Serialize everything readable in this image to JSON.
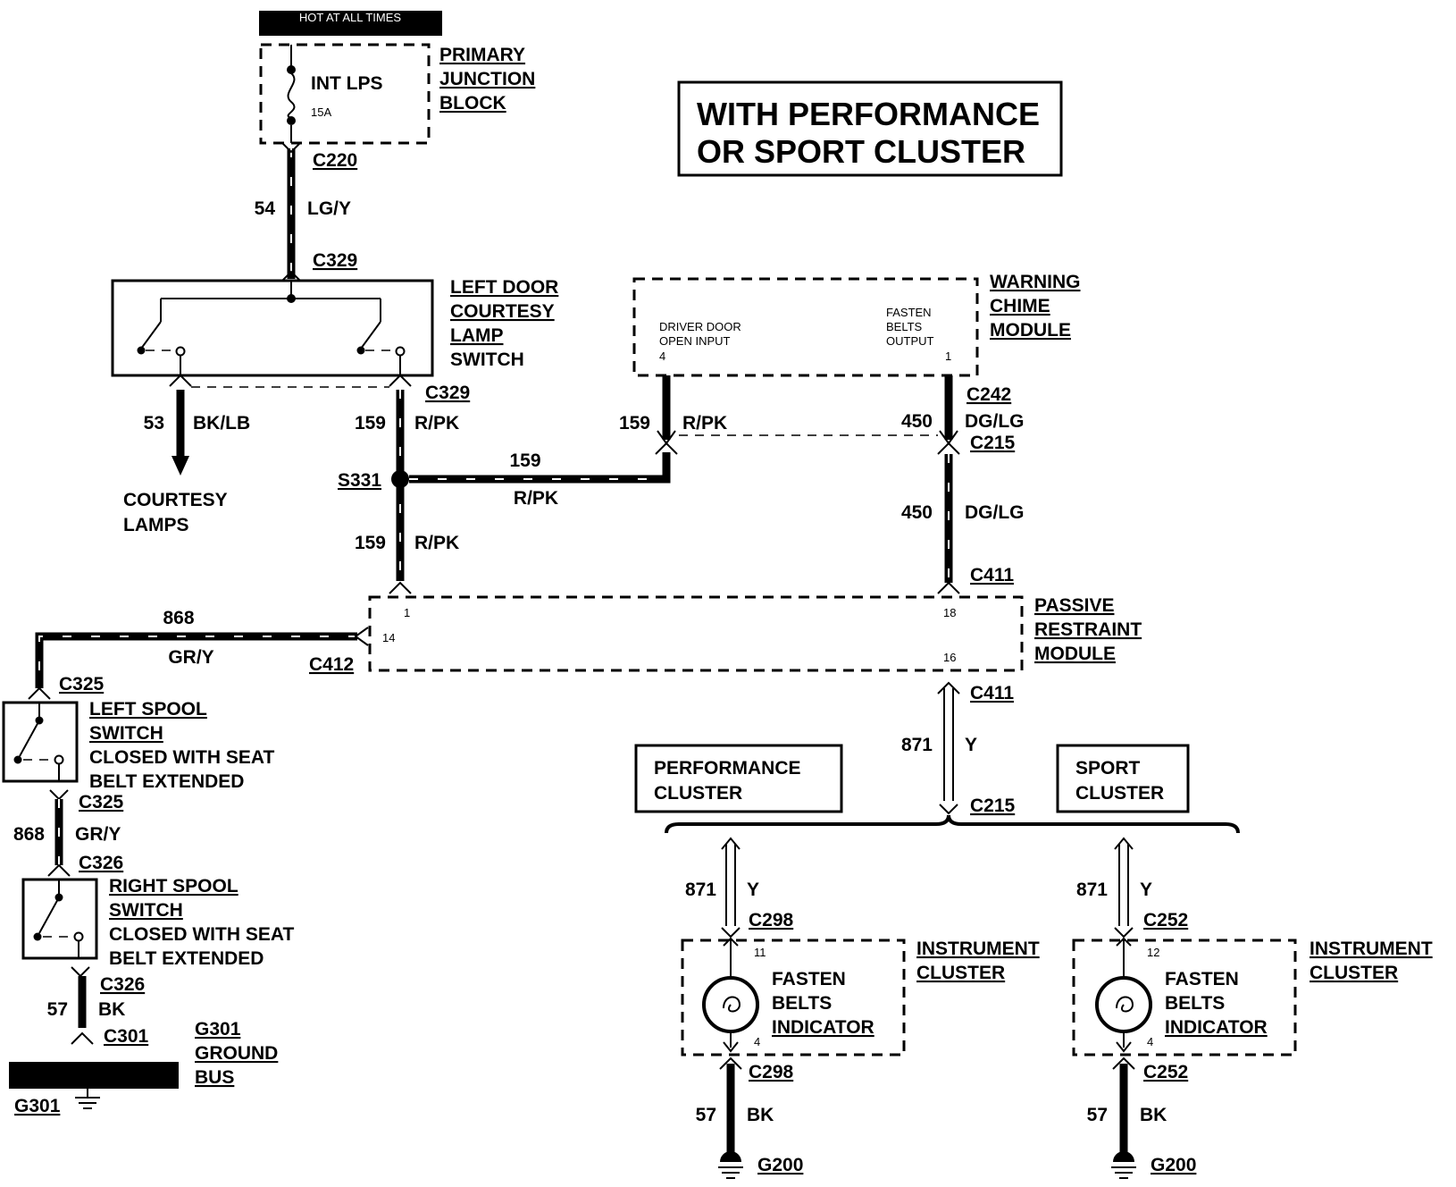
{
  "header_bar": "HOT AT ALL TIMES",
  "title": {
    "line1": "WITH PERFORMANCE",
    "line2": "OR SPORT CLUSTER"
  },
  "junction_block": {
    "fuse": "INT LPS",
    "rating": "15A",
    "name": [
      "PRIMARY",
      "JUNCTION",
      "BLOCK"
    ]
  },
  "courtesy_switch": {
    "name": [
      "LEFT DOOR",
      "COURTESY",
      "LAMP",
      "SWITCH"
    ]
  },
  "chime_module": {
    "name": [
      "WARNING",
      "CHIME",
      "MODULE"
    ],
    "pin_left": [
      "DRIVER DOOR",
      "OPEN INPUT",
      "4"
    ],
    "pin_right": [
      "FASTEN",
      "BELTS",
      "OUTPUT",
      "1"
    ]
  },
  "restraint_module": {
    "name": [
      "PASSIVE",
      "RESTRAINT",
      "MODULE"
    ],
    "pins": {
      "p1": "1",
      "p14": "14",
      "p18": "18",
      "p16": "16"
    }
  },
  "left_spool": {
    "name": [
      "LEFT SPOOL",
      "SWITCH"
    ],
    "desc": [
      "CLOSED WITH SEAT",
      "BELT EXTENDED"
    ]
  },
  "right_spool": {
    "name": [
      "RIGHT SPOOL",
      "SWITCH"
    ],
    "desc": [
      "CLOSED WITH SEAT",
      "BELT EXTENDED"
    ]
  },
  "ground_bus": {
    "name": [
      "G301",
      "GROUND",
      "BUS"
    ],
    "ground": "G301"
  },
  "courtesy_lamps": [
    "COURTESY",
    "LAMPS"
  ],
  "clusters": {
    "performance": [
      "PERFORMANCE",
      "CLUSTER"
    ],
    "sport": [
      "SPORT",
      "CLUSTER"
    ],
    "instrument": [
      "INSTRUMENT",
      "CLUSTER"
    ],
    "indicator": [
      "FASTEN",
      "BELTS",
      "INDICATOR"
    ],
    "pin_perf": "11",
    "pin_sport": "12",
    "pin_low": "4"
  },
  "connectors": {
    "c220": "C220",
    "c329": "C329",
    "c242": "C242",
    "c215": "C215",
    "s331": "S331",
    "c411": "C411",
    "c412": "C412",
    "c325": "C325",
    "c326": "C326",
    "c301": "C301",
    "c298": "C298",
    "c252": "C252",
    "g200": "G200"
  },
  "wires": {
    "w54": {
      "num": "54",
      "color": "LG/Y"
    },
    "w53": {
      "num": "53",
      "color": "BK/LB"
    },
    "w159": {
      "num": "159",
      "color": "R/PK"
    },
    "w450": {
      "num": "450",
      "color": "DG/LG"
    },
    "w868": {
      "num": "868",
      "color": "GR/Y"
    },
    "w871": {
      "num": "871",
      "color": "Y"
    },
    "w57": {
      "num": "57",
      "color": "BK"
    }
  }
}
